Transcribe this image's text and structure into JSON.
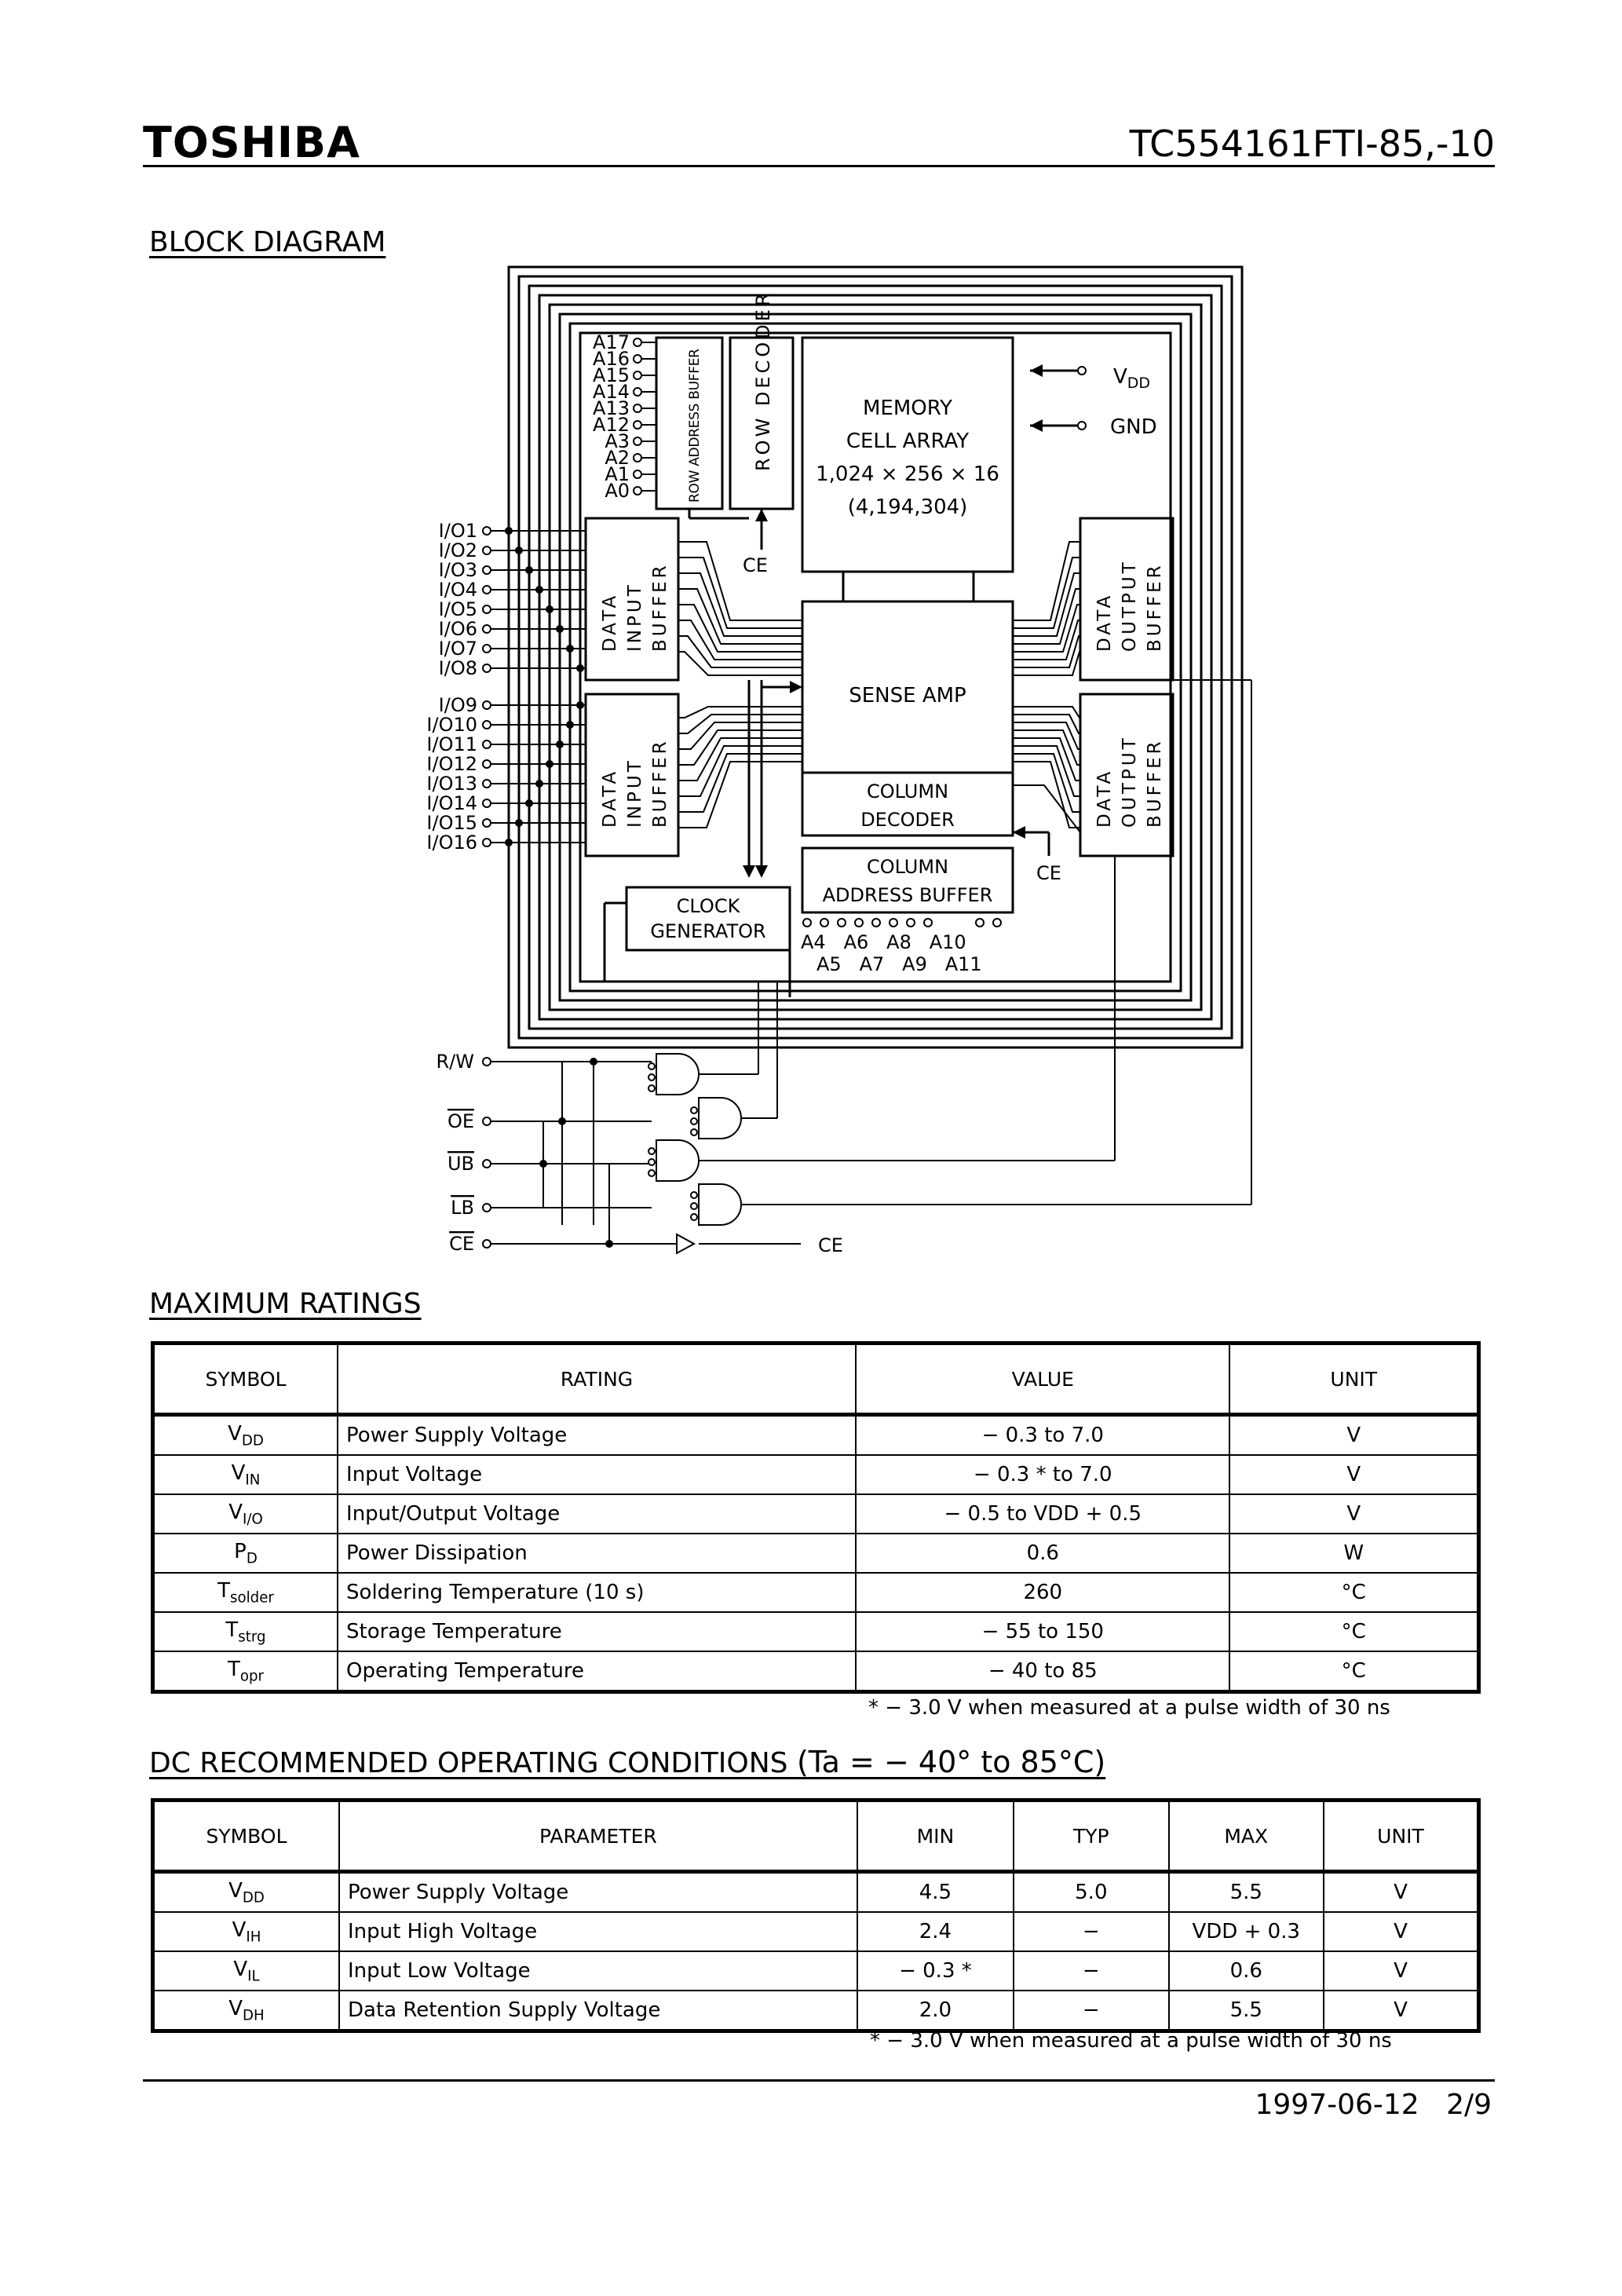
{
  "header": {
    "brand": "TOSHIBA",
    "part_number": "TC554161FTI-85,-10"
  },
  "block_diagram": {
    "title": "BLOCK DIAGRAM",
    "row_address_pins": [
      "A17",
      "A16",
      "A15",
      "A14",
      "A13",
      "A12",
      "A3",
      "A2",
      "A1",
      "A0"
    ],
    "row_address_buffer": "ROW ADDRESS BUFFER",
    "row_decoder": "ROW DECODER",
    "memory": {
      "l1": "MEMORY",
      "l2": "CELL ARRAY",
      "l3": "1,024 × 256 × 16",
      "l4": "(4,194,304)"
    },
    "vdd": "V",
    "vdd_sub": "DD",
    "gnd": "GND",
    "ce": "CE",
    "io_upper": [
      "I/O1",
      "I/O2",
      "I/O3",
      "I/O4",
      "I/O5",
      "I/O6",
      "I/O7",
      "I/O8"
    ],
    "io_lower": [
      "I/O9",
      "I/O10",
      "I/O11",
      "I/O12",
      "I/O13",
      "I/O14",
      "I/O15",
      "I/O16"
    ],
    "data_input_buffer": [
      "DATA",
      "INPUT",
      "BUFFER"
    ],
    "data_output_buffer": [
      "DATA",
      "OUTPUT",
      "BUFFER"
    ],
    "sense_amp": "SENSE AMP",
    "column_decoder": [
      "COLUMN",
      "DECODER"
    ],
    "column_address_buffer": [
      "COLUMN",
      "ADDRESS BUFFER"
    ],
    "clock_generator": [
      "CLOCK",
      "GENERATOR"
    ],
    "col_pins_top": "A4   A6   A8   A10",
    "col_pins_bottom": "A5   A7   A9   A11",
    "control_pins": [
      "R/W",
      "OE",
      "UB",
      "LB",
      "CE"
    ]
  },
  "max_ratings": {
    "title": "MAXIMUM  RATINGS",
    "headers": [
      "SYMBOL",
      "RATING",
      "VALUE",
      "UNIT"
    ],
    "rows": [
      {
        "sym": "V",
        "sub": "DD",
        "rating": "Power Supply Voltage",
        "value": "− 0.3 to 7.0",
        "unit": "V"
      },
      {
        "sym": "V",
        "sub": "IN",
        "rating": "Input Voltage",
        "value": "− 0.3 * to 7.0",
        "unit": "V"
      },
      {
        "sym": "V",
        "sub": "I/O",
        "rating": "Input/Output Voltage",
        "value": "− 0.5 to VDD + 0.5",
        "unit": "V"
      },
      {
        "sym": "P",
        "sub": "D",
        "rating": "Power Dissipation",
        "value": "0.6",
        "unit": "W"
      },
      {
        "sym": "T",
        "sub": "solder",
        "rating": "Soldering Temperature (10 s)",
        "value": "260",
        "unit": "°C"
      },
      {
        "sym": "T",
        "sub": "strg",
        "rating": "Storage Temperature",
        "value": "− 55 to 150",
        "unit": "°C"
      },
      {
        "sym": "T",
        "sub": "opr",
        "rating": "Operating Temperature",
        "value": "− 40 to 85",
        "unit": "°C"
      }
    ],
    "note": "*   − 3.0 V when measured at a pulse width of 30 ns"
  },
  "dc_conditions": {
    "title": "DC RECOMMENDED OPERATING CONDITIONS",
    "title_extra": "(Ta  =  − 40° to 85°C)",
    "headers": [
      "SYMBOL",
      "PARAMETER",
      "MIN",
      "TYP",
      "MAX",
      "UNIT"
    ],
    "rows": [
      {
        "sym": "V",
        "sub": "DD",
        "param": "Power Supply Voltage",
        "min": "4.5",
        "typ": "5.0",
        "max": "5.5",
        "unit": "V"
      },
      {
        "sym": "V",
        "sub": "IH",
        "param": "Input High Voltage",
        "min": "2.4",
        "typ": "−",
        "max": "VDD + 0.3",
        "unit": "V"
      },
      {
        "sym": "V",
        "sub": "IL",
        "param": "Input Low Voltage",
        "min": "− 0.3 *",
        "typ": "−",
        "max": "0.6",
        "unit": "V"
      },
      {
        "sym": "V",
        "sub": "DH",
        "param": "Data Retention Supply Voltage",
        "min": "2.0",
        "typ": "−",
        "max": "5.5",
        "unit": "V"
      }
    ],
    "note": "*   − 3.0 V when measured at a pulse width of 30 ns"
  },
  "footer": {
    "date": "1997-06-12",
    "page": "2/9"
  }
}
